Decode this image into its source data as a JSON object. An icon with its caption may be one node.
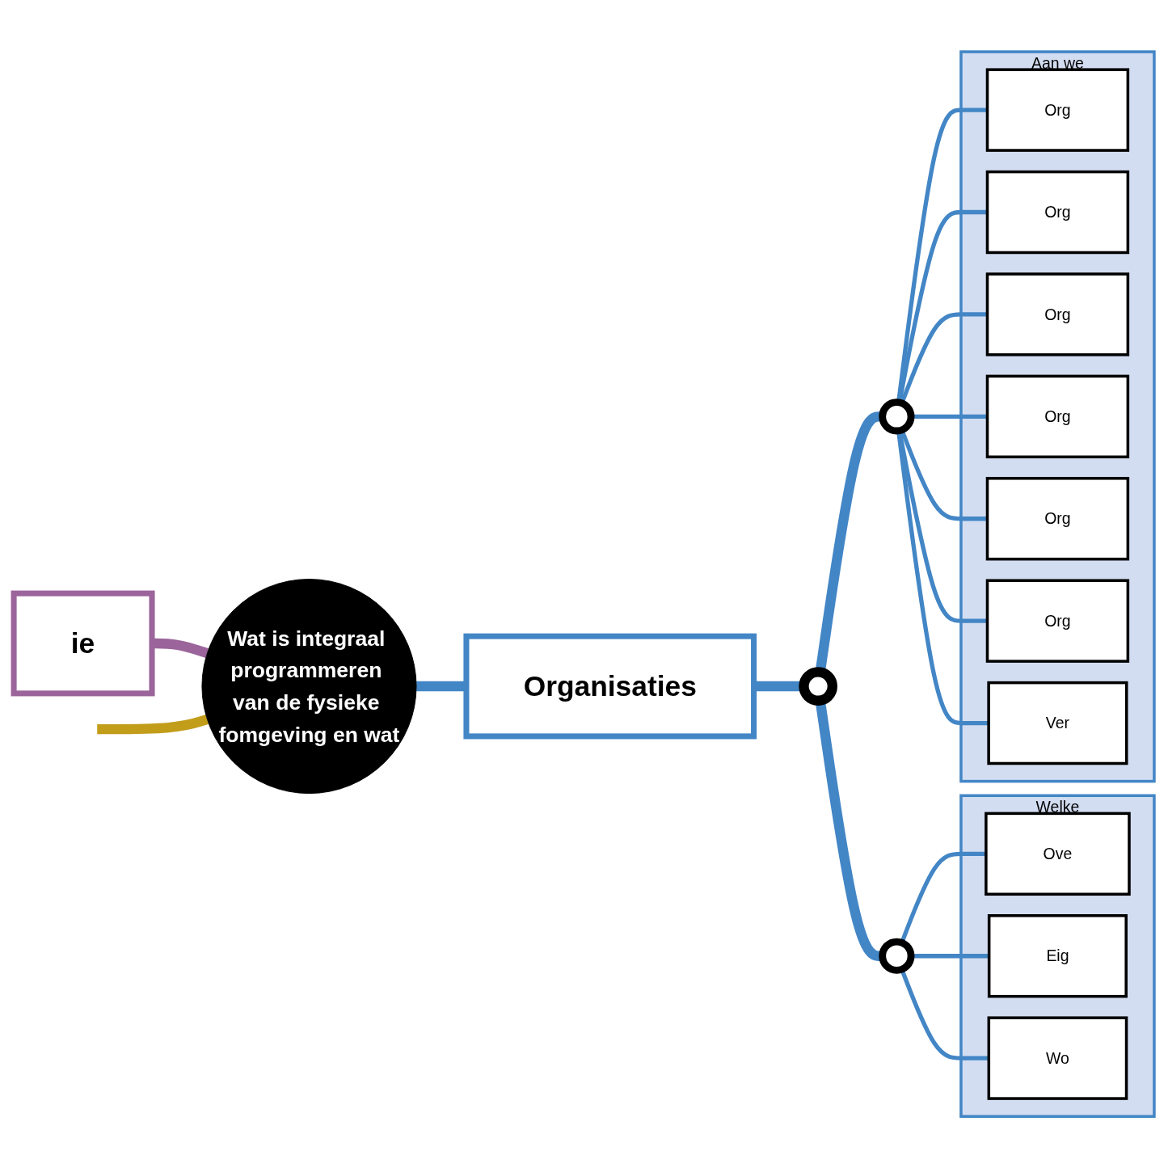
{
  "diagram": {
    "nodes": [
      {
        "text": [
          "ie"
        ]
      },
      {
        "text": [
          "Organisaties"
        ]
      },
      {
        "text": [],
        "shape": "circle"
      },
      {
        "text": [],
        "shape": "circle"
      },
      {
        "text": [],
        "shape": "circle"
      },
      {
        "text": [
          "Welke"
        ]
      },
      {
        "text": [
          "Ove"
        ],
        "in": 5
      },
      {
        "text": [
          "Eig"
        ],
        "in": 5
      },
      {
        "text": [
          "Wo"
        ],
        "in": 5
      },
      {
        "text": [
          "Aan we"
        ]
      },
      {
        "text": [
          "Org"
        ],
        "in": 9
      },
      {
        "text": [
          "Org"
        ],
        "in": 9
      },
      {
        "text": [
          "Org"
        ],
        "in": 9
      },
      {
        "text": [
          "Org"
        ],
        "in": 9
      },
      {
        "text": [
          "Org"
        ],
        "in": 9
      },
      {
        "text": [
          "Org"
        ],
        "in": 9
      },
      {
        "text": [
          "Ver"
        ],
        "in": 9
      },
      {
        "text": [
          "Wat is integraal programmeren van de fysieke fomgeving en wat"
        ]
      }
    ],
    "edges": [
      {
        "from": 0,
        "to": 17,
        "arrow": "none",
        "style": "thick",
        "color": "#9b659b"
      },
      {
        "from": null,
        "to": 17,
        "arrow": "none",
        "style": "thick",
        "color": "#c29d1a"
      },
      {
        "from": 17,
        "to": 1,
        "arrow": "none",
        "style": "thick"
      },
      {
        "from": 1,
        "to": 2,
        "arrow": "none",
        "style": "thick"
      },
      {
        "from": 2,
        "to": 3,
        "arrow": "none",
        "style": "thick"
      },
      {
        "from": 2,
        "to": 4,
        "arrow": "none",
        "style": "thick"
      },
      {
        "from": 3,
        "to": 6,
        "arrow": "none"
      },
      {
        "from": 3,
        "to": 7,
        "arrow": "none"
      },
      {
        "from": 3,
        "to": 8,
        "arrow": "none"
      },
      {
        "from": 4,
        "to": 10,
        "arrow": "none"
      },
      {
        "from": 4,
        "to": 11,
        "arrow": "none"
      },
      {
        "from": 4,
        "to": 12,
        "arrow": "none"
      },
      {
        "from": 4,
        "to": 13,
        "arrow": "none"
      },
      {
        "from": 4,
        "to": 14,
        "arrow": "none"
      },
      {
        "from": 4,
        "to": 15,
        "arrow": "none"
      },
      {
        "from": 4,
        "to": 16,
        "arrow": "none"
      }
    ]
  }
}
